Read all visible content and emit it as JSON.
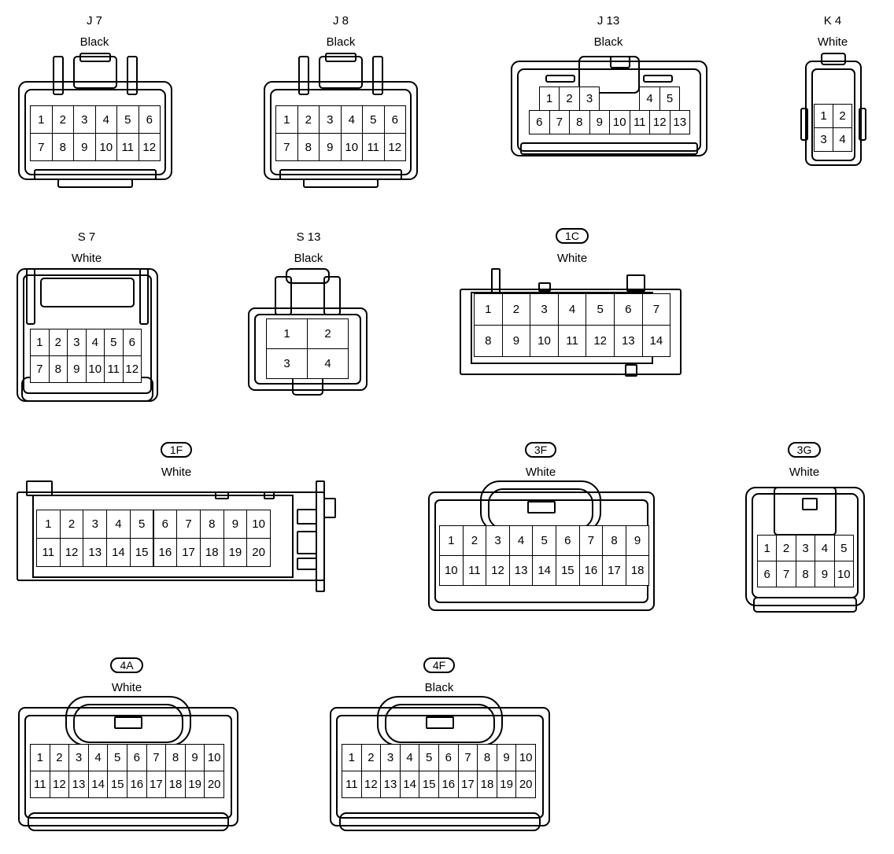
{
  "connectors": [
    {
      "id": "J 7",
      "color": "Black",
      "oval": false,
      "rows": [
        [
          "1",
          "2",
          "3",
          "4",
          "5",
          "6"
        ],
        [
          "7",
          "8",
          "9",
          "10",
          "11",
          "12"
        ]
      ]
    },
    {
      "id": "J 8",
      "color": "Black",
      "oval": false,
      "rows": [
        [
          "1",
          "2",
          "3",
          "4",
          "5",
          "6"
        ],
        [
          "7",
          "8",
          "9",
          "10",
          "11",
          "12"
        ]
      ]
    },
    {
      "id": "J 13",
      "color": "Black",
      "oval": false,
      "rows": [
        [
          "1",
          "2",
          "3",
          "",
          "",
          "4",
          "5"
        ],
        [
          "6",
          "7",
          "8",
          "9",
          "10",
          "11",
          "12",
          "13"
        ]
      ]
    },
    {
      "id": "K 4",
      "color": "White",
      "oval": false,
      "rows": [
        [
          "1",
          "2"
        ],
        [
          "3",
          "4"
        ]
      ]
    },
    {
      "id": "S 7",
      "color": "White",
      "oval": false,
      "rows": [
        [
          "1",
          "2",
          "3",
          "4",
          "5",
          "6"
        ],
        [
          "7",
          "8",
          "9",
          "10",
          "11",
          "12"
        ]
      ]
    },
    {
      "id": "S 13",
      "color": "Black",
      "oval": false,
      "rows": [
        [
          "1",
          "2"
        ],
        [
          "3",
          "4"
        ]
      ]
    },
    {
      "id": "1C",
      "color": "White",
      "oval": true,
      "rows": [
        [
          "1",
          "2",
          "3",
          "4",
          "5",
          "6",
          "7"
        ],
        [
          "8",
          "9",
          "10",
          "11",
          "12",
          "13",
          "14"
        ]
      ]
    },
    {
      "id": "1F",
      "color": "White",
      "oval": true,
      "rows": [
        [
          "1",
          "2",
          "3",
          "4",
          "5",
          "6",
          "7",
          "8",
          "9",
          "10"
        ],
        [
          "11",
          "12",
          "13",
          "14",
          "15",
          "16",
          "17",
          "18",
          "19",
          "20"
        ]
      ]
    },
    {
      "id": "3F",
      "color": "White",
      "oval": true,
      "rows": [
        [
          "1",
          "2",
          "3",
          "4",
          "5",
          "6",
          "7",
          "8",
          "9"
        ],
        [
          "10",
          "11",
          "12",
          "13",
          "14",
          "15",
          "16",
          "17",
          "18"
        ]
      ]
    },
    {
      "id": "3G",
      "color": "White",
      "oval": true,
      "rows": [
        [
          "1",
          "2",
          "3",
          "4",
          "5"
        ],
        [
          "6",
          "7",
          "8",
          "9",
          "10"
        ]
      ]
    },
    {
      "id": "4A",
      "color": "White",
      "oval": true,
      "rows": [
        [
          "1",
          "2",
          "3",
          "4",
          "5",
          "6",
          "7",
          "8",
          "9",
          "10"
        ],
        [
          "11",
          "12",
          "13",
          "14",
          "15",
          "16",
          "17",
          "18",
          "19",
          "20"
        ]
      ]
    },
    {
      "id": "4F",
      "color": "Black",
      "oval": true,
      "rows": [
        [
          "1",
          "2",
          "3",
          "4",
          "5",
          "6",
          "7",
          "8",
          "9",
          "10"
        ],
        [
          "11",
          "12",
          "13",
          "14",
          "15",
          "16",
          "17",
          "18",
          "19",
          "20"
        ]
      ]
    }
  ]
}
